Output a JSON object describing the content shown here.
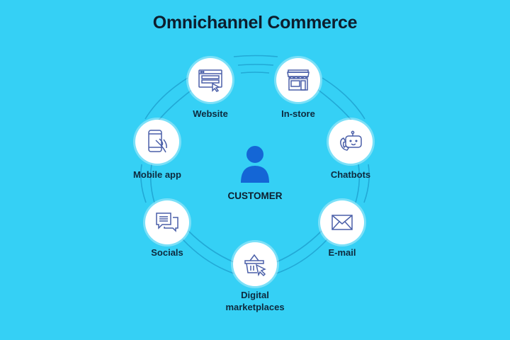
{
  "title": "Omnichannel Commerce",
  "colors": {
    "background": "#35d0f5",
    "icon_stroke": "#4a5fa8",
    "customer": "#1466d6",
    "text": "#0d1e2e"
  },
  "center": {
    "label": "CUSTOMER",
    "icon": "person-icon"
  },
  "channels": [
    {
      "label": "Website",
      "icon": "browser-window-icon"
    },
    {
      "label": "In-store",
      "icon": "storefront-icon"
    },
    {
      "label": "Chatbots",
      "icon": "chatbot-phone-icon"
    },
    {
      "label": "E-mail",
      "icon": "envelope-icon"
    },
    {
      "label": "Digital marketplaces",
      "label_line1": "Digital",
      "label_line2": "marketplaces",
      "icon": "shopping-basket-cursor-icon"
    },
    {
      "label": "Socials",
      "icon": "chat-bubbles-icon"
    },
    {
      "label": "Mobile app",
      "icon": "smartphone-hand-icon"
    }
  ]
}
